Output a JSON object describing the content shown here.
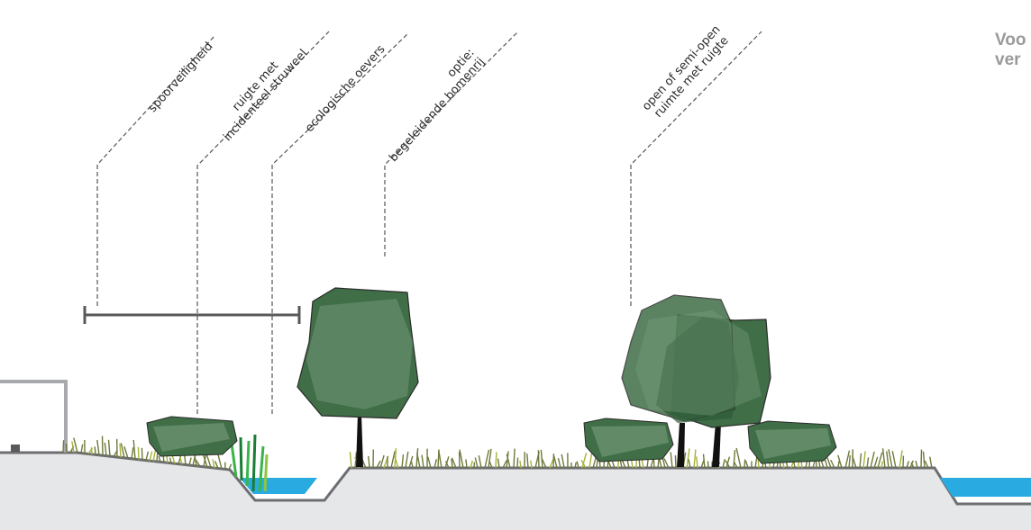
{
  "labels": {
    "spoorveiligheid": "spoorveiligheid",
    "ruigte_line1": "ruigte met",
    "ruigte_line2": "incidenteel struweel",
    "ecologische": "ecologische oevers",
    "optie_line1": "optie:",
    "optie_line2": "begeleidende bomenrij",
    "open_line1": "open of semi-open",
    "open_line2": "ruimte met ruigte"
  },
  "side_title": {
    "line1": "Voo",
    "line2": "ver"
  },
  "colors": {
    "ground": "#e6e7e8",
    "ground_edge": "#6d6e71",
    "water": "#29abe2",
    "tree_dark": "#3f6e47",
    "tree_light": "#7fa282",
    "grass": "#6d7a3a",
    "reed": "#39b54a",
    "leader": "#555555",
    "bar": "#58595b",
    "title": "#9a9a9a"
  }
}
